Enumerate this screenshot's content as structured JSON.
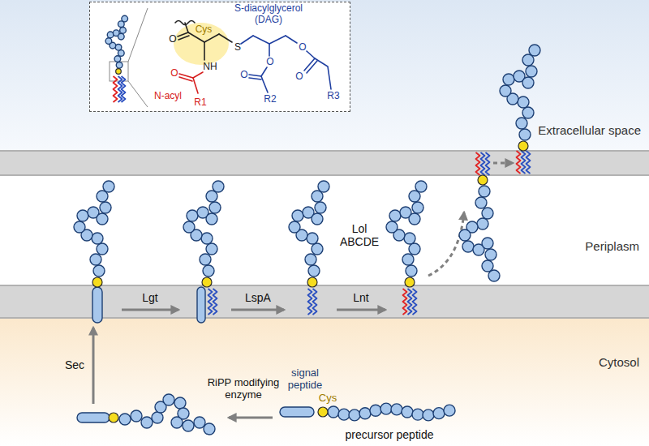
{
  "diagram": {
    "nodes": [
      {
        "text": [
          "Extracellular space"
        ]
      },
      {
        "text": [
          "Periplasm"
        ]
      },
      {
        "text": [
          "Cytosol"
        ]
      },
      {
        "text": [
          "S-diacylglycerol (DAG)",
          "Cys",
          "O",
          "NH",
          "S",
          "O",
          "O",
          "O",
          "O",
          "O",
          "N-acyl",
          "R1",
          "R2",
          "R3"
        ],
        "in": 0
      }
    ],
    "labels": [
      "Lgt",
      "LspA",
      "Lnt",
      "Lol ABCDE",
      "Sec",
      "RiPP modifying enzyme",
      "signal peptide",
      "Cys",
      "precursor peptide"
    ]
  }
}
